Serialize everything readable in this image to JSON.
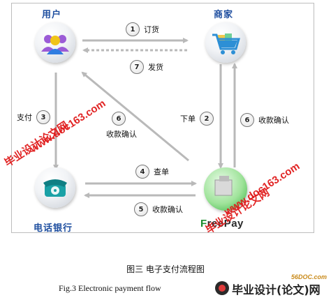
{
  "nodes": {
    "user": "用户",
    "merchant": "商家",
    "bank": "电话银行"
  },
  "freepay": {
    "prefix": "F",
    "rest": "reePay"
  },
  "steps": [
    {
      "num": "1",
      "label": "订货"
    },
    {
      "num": "7",
      "label": "发货"
    },
    {
      "num": "3",
      "label": "支付"
    },
    {
      "num": "6",
      "label": "收款确认"
    },
    {
      "num": "2",
      "label": "下单"
    },
    {
      "num": "6",
      "label": "收款确认"
    },
    {
      "num": "4",
      "label": "查单"
    },
    {
      "num": "5",
      "label": "收款确认"
    }
  ],
  "watermarks": {
    "cn": "毕业设计论文网",
    "url": "www.doc163.com"
  },
  "caption": {
    "cn": "图三  电子支付流程图",
    "en": "Fig.3    Electronic payment flow"
  },
  "brand": {
    "url": "56DOC.com",
    "text": "毕业设计(论文)网"
  },
  "colors": {
    "arrow": "#b9b9b9",
    "label_blue": "#1f4fa0",
    "watermark_red": "#e01a1a",
    "freepay_green": "#1a8c2e"
  }
}
